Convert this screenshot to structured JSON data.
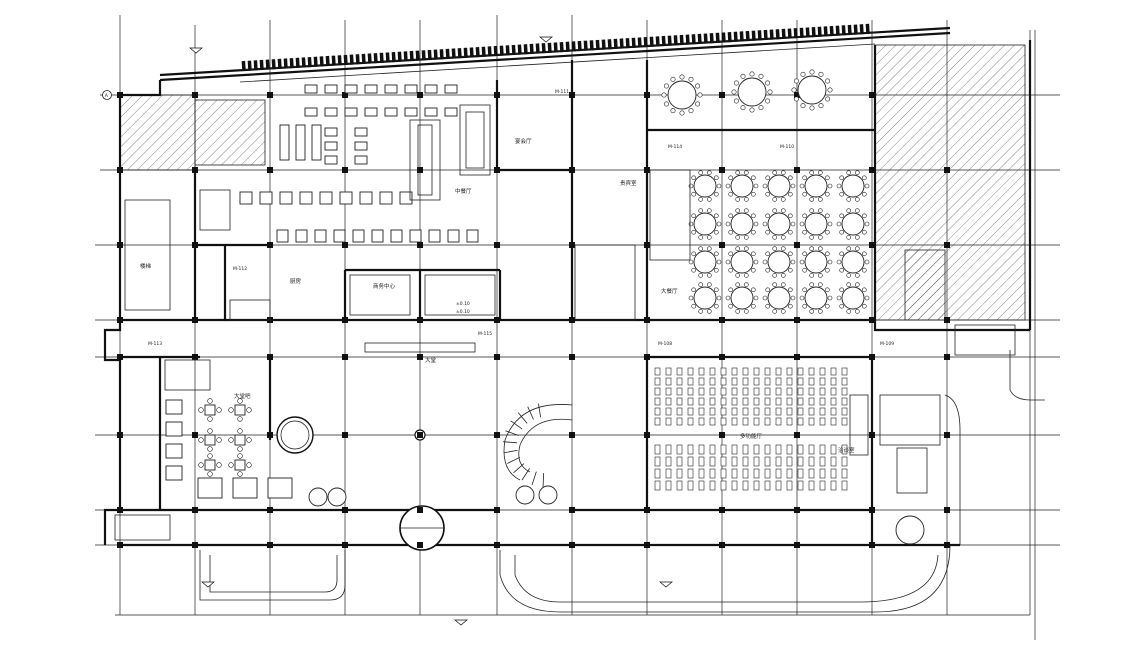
{
  "grid_marker": "A",
  "room_labels": {
    "corridor_stairs": "楼梯",
    "meeting_hall": "多功能厅",
    "lobby": "大堂",
    "banquet": "宴会厅",
    "service_center": "商务中心",
    "dining_left": "中餐厅",
    "kitchen": "厨房",
    "lounge": "大堂吧",
    "main_dining": "大餐厅",
    "side_room": "贵宾室",
    "vip_room": "洽谈室"
  },
  "door_marks": [
    "M-113",
    "M-111",
    "M-112",
    "M-114",
    "M-108",
    "M-109",
    "M-110",
    "M-115"
  ],
  "elevation_marks": [
    "±0.10",
    "±0.10"
  ],
  "colors": {
    "line": "#111111",
    "background": "#ffffff"
  }
}
